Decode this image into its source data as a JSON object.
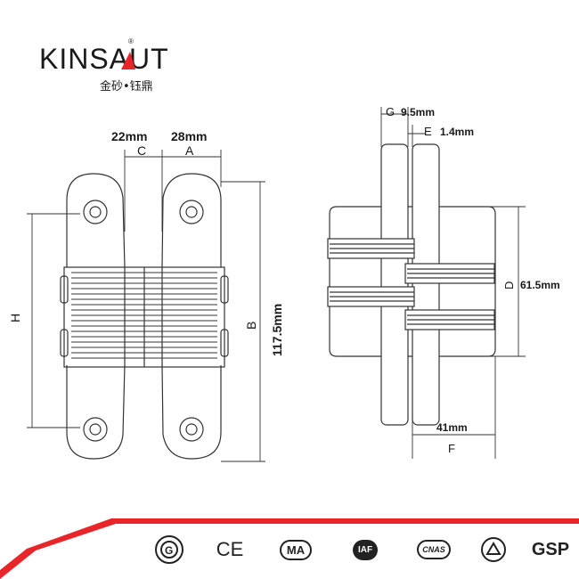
{
  "brand": {
    "name": "KINSAUT",
    "subtitle": "金砂•钰鼎",
    "registered": "®"
  },
  "front_view": {
    "dim_c_value": "22mm",
    "dim_a_value": "28mm",
    "dim_c_label": "C",
    "dim_a_label": "A",
    "dim_h_label": "H",
    "dim_b_label": "B",
    "dim_b_value": "117.5mm"
  },
  "side_view": {
    "dim_g_label": "G",
    "dim_g_value": "9.5mm",
    "dim_e_label": "E",
    "dim_e_value": "1.4mm",
    "dim_d_label": "D",
    "dim_d_value": "61.5mm",
    "dim_f_label": "F",
    "dim_f_value": "41mm"
  },
  "footer": {
    "accent_color": "#e8262a",
    "certifications": [
      {
        "icon": "gf-certification-icon",
        "text": ""
      },
      {
        "icon": "ce-mark-icon",
        "text": "CE"
      },
      {
        "icon": "ma-mark-icon",
        "text": "MA"
      },
      {
        "icon": "iaf-mark-icon",
        "text": "IAF"
      },
      {
        "icon": "cnas-mark-icon",
        "text": "CNAS"
      },
      {
        "icon": "ilac-mark-icon",
        "text": ""
      },
      {
        "icon": "gsp-mark-icon",
        "text": "GSP"
      }
    ]
  }
}
